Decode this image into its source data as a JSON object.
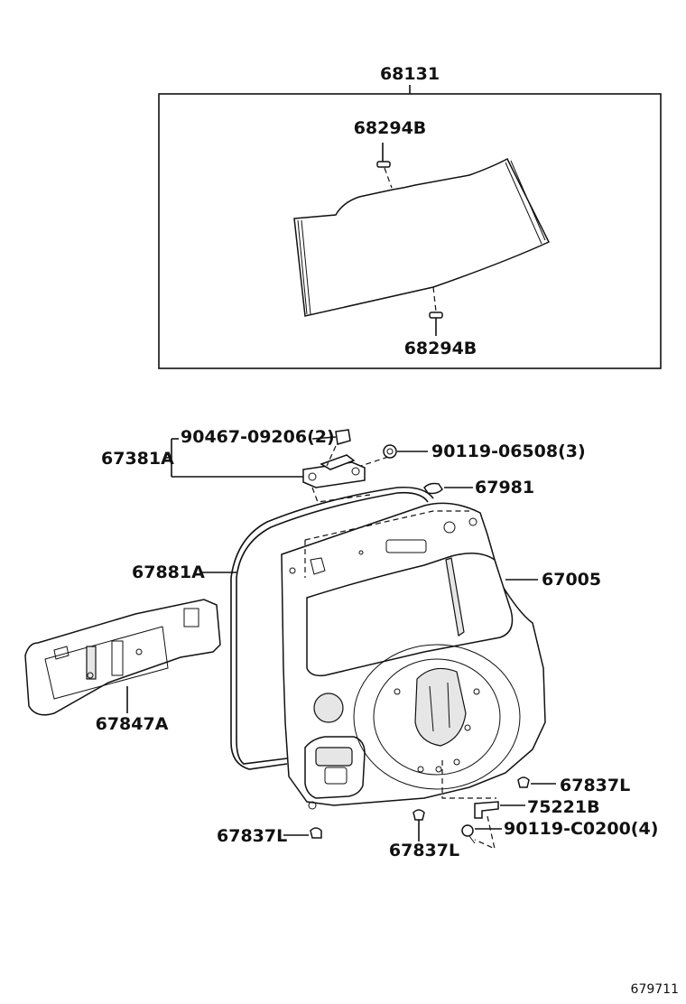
{
  "diagram": {
    "labels": {
      "back_glass": "68131",
      "glass_spacer_top": "68294B",
      "glass_spacer_bottom": "68294B",
      "hinge_assy": "67381A",
      "hinge_bolt": "90467-09206(2)",
      "hinge_nut": "90119-06508(3)",
      "bumper": "67981",
      "weatherstrip": "67881A",
      "back_door_panel": "67005",
      "door_trim": "67847A",
      "cushion_right": "67837L",
      "bracket": "75221B",
      "bracket_bolt": "90119-C0200(4)",
      "cushion_left": "67837L",
      "cushion_bottom": "67837L"
    },
    "reference_number": "679711"
  }
}
